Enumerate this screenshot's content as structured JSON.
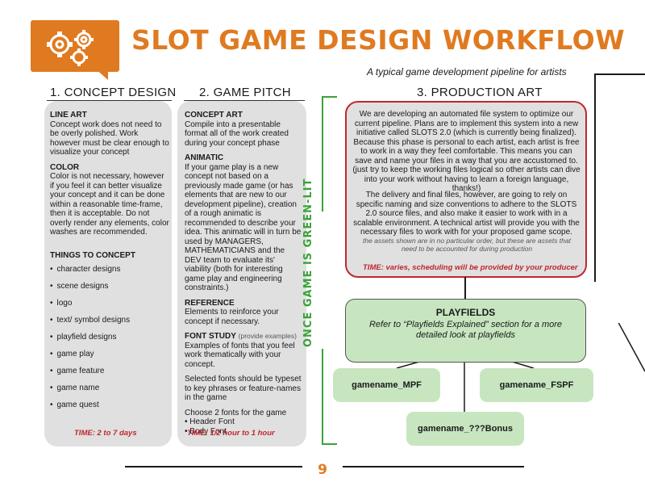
{
  "header": {
    "title": "SLOT GAME DESIGN WORKFLOW",
    "subtitle": "A typical game development pipeline for artists",
    "logo_icon": "gears-icon",
    "accent_color": "#e07a20"
  },
  "columns": {
    "concept": {
      "heading": "1. CONCEPT DESIGN",
      "line_art_title": "LINE ART",
      "line_art_text": "Concept work does not need to be overly polished. Work however must be clear enough to visualize your concept",
      "color_title": "COLOR",
      "color_text": "Color is not necessary, however if you feel it can better visualize your concept and it can be done within a reasonable time-frame, then it is acceptable. Do not overly render any elements, color washes are recommended.",
      "things_title": "THINGS TO CONCEPT",
      "things": [
        "character designs",
        "scene designs",
        "logo",
        "text/ symbol designs",
        "playfield designs",
        "game play",
        "game feature",
        "game name",
        "game quest"
      ],
      "time": "TIME: 2 to 7 days"
    },
    "pitch": {
      "heading": "2. GAME PITCH",
      "concept_art_title": "CONCEPT ART",
      "concept_art_text": "Compile into a presentable format all of the work created during your concept phase",
      "animatic_title": "ANIMATIC",
      "animatic_text": "If your game play is a new concept not based on a previously made game (or has elements that are new to our development pipeline), creation of a rough animatic is recommended to describe your idea. This animatic will in turn be used by MANAGERS, MATHEMATICIANS and the DEV team to evaluate its' viability (both for interesting game play and engineering constraints.)",
      "reference_title": "REFERENCE",
      "reference_text": "Elements to reinforce your concept if necessary.",
      "font_title": "FONT STUDY",
      "font_note": "(provide examples)",
      "font_text": "Examples of fonts that you feel work thematically with your concept.",
      "font_text2": "Selected fonts should be typeset to key phrases or feature-names in the game",
      "font_choose": "Choose 2 fonts for the game",
      "font_header": "• Header Font",
      "font_body": "• Body Font",
      "time": "TIME: 1/2 hour to 1 hour"
    },
    "production": {
      "heading": "3. PRODUCTION ART",
      "para1": "We are developing an automated file system to optimize our current pipeline. Plans are to implement this system into a new initiative called SLOTS 2.0 (which is currently being finalized). Because this phase is personal to each artist, each artist is free to work in a way they feel comfortable. This means you can save and name your files in a way that you are accustomed to. (just try to keep the working files logical so other artists can dive into your work without having to learn a foreign language, thanks!)",
      "para2": "The delivery and final files, however, are going to rely on specific naming and size conventions to adhere to the SLOTS 2.0 source files, and also make it easier to work with in a scalable environment. A technical artist will provide you with the necessary files to work with for your proposed game scope.",
      "note": "the assets shown are in no particular order, but these are assets that need to be accounted for during production",
      "time": "TIME: varies, scheduling will be provided by your producer"
    }
  },
  "greenlit_label": "ONCE GAME IS GREEN-LIT",
  "playfields": {
    "title": "PLAYFIELDS",
    "text": "Refer to “Playfields Explained” section for a more detailed look at playfields",
    "nodes": [
      "gamename_MPF",
      "gamename_FSPF",
      "gamename_???Bonus"
    ]
  },
  "page_number": "9"
}
